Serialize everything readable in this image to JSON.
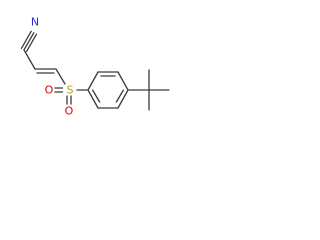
{
  "molecule": {
    "labels": {
      "nitrogen": "N",
      "sulfur": "S",
      "oxygen_left": "O",
      "oxygen_right": "O"
    },
    "colors": {
      "bond": "#3a3a3a",
      "nitrogen": "#2b2bd6",
      "sulfur": "#b8a400",
      "oxygen": "#e00000"
    }
  }
}
